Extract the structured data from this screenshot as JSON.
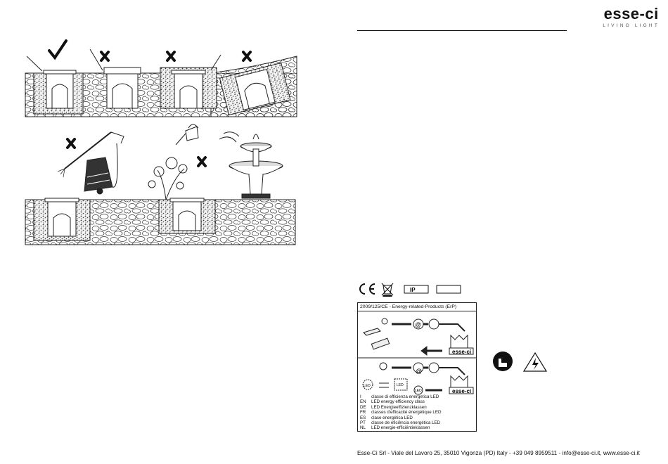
{
  "brand": {
    "name": "esse-ci",
    "tagline": "LIVING LIGHT"
  },
  "icons": [
    "check-icon",
    "cross-icon",
    "watering-can-icon",
    "fountain-icon",
    "pressure-washer-icon",
    "ce-mark-icon",
    "weee-bin-icon",
    "hand-warning-icon",
    "electric-hazard-icon",
    "factory-icon",
    "phone-icon",
    "at-icon"
  ],
  "symbols": {
    "ip_label": "IP"
  },
  "erp": {
    "title": "2009/125/CE - Energy-related-Products (ErP)",
    "email_symbol": "@",
    "logo_label": "esse-ci",
    "led_label": "LED",
    "legend": [
      {
        "code": "I",
        "text": "classe di efficienza energetica LED"
      },
      {
        "code": "EN",
        "text": "LED energy efficiency class"
      },
      {
        "code": "DE",
        "text": "LED Energieeffizienzklassen"
      },
      {
        "code": "FR",
        "text": "classes d'efficacité énergétique LED"
      },
      {
        "code": "ES",
        "text": "clase energética LED"
      },
      {
        "code": "PT",
        "text": "classe de eficiência energética LED"
      },
      {
        "code": "NL",
        "text": "LED energie-efficiëntieklassen"
      }
    ]
  },
  "footer": {
    "text": "Esse-Ci Srl - Viale del Lavoro 25, 35010 Vigonza (PD) Italy - +39 049 8959511 - info@esse-ci.it, www.esse-ci.it"
  }
}
